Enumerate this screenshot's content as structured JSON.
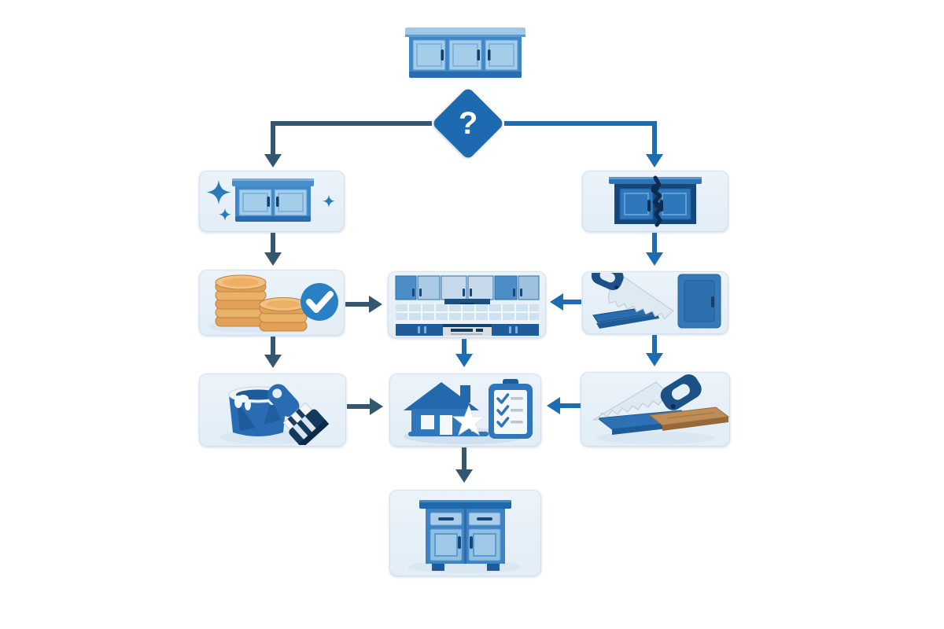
{
  "diagram": {
    "type": "flowchart",
    "background": "#ffffff",
    "decision": {
      "symbol": "?"
    },
    "colors": {
      "connector_dark": "#35566f",
      "connector_blue": "#1e6cb2",
      "diamond_fill": "#1d6ab0",
      "node_fill": "#e7f0f8",
      "cabinet_frame_blue": "#3f87c7",
      "cabinet_door_light": "#a4cde9",
      "cabinet_dark_navy": "#14487c",
      "coin_gold": "#eeb066",
      "check_badge_blue": "#2980c4",
      "paint_blue": "#2a6cb3",
      "wood_brown": "#bd8c57",
      "shadow_light_blue": "#d9e7f3"
    },
    "nodes": [
      {
        "id": "start",
        "icon": "wall-cabinet-icon"
      },
      {
        "id": "decision",
        "icon": "question-diamond-icon"
      },
      {
        "id": "branch-left",
        "icon": "sparkling-cabinet-icon"
      },
      {
        "id": "branch-right",
        "icon": "cracked-cabinet-icon"
      },
      {
        "id": "left-step-1",
        "icon": "coins-checkmark-icon"
      },
      {
        "id": "center-merge",
        "icon": "kitchen-scene-icon"
      },
      {
        "id": "right-step-1",
        "icon": "saw-cabinet-door-icon"
      },
      {
        "id": "left-step-2",
        "icon": "paint-can-brush-icon"
      },
      {
        "id": "center-step",
        "icon": "house-star-checklist-icon"
      },
      {
        "id": "right-step-2",
        "icon": "saw-wood-plank-icon"
      },
      {
        "id": "end",
        "icon": "base-cabinet-icon"
      }
    ],
    "edges": [
      {
        "from": "decision",
        "to": "branch-left",
        "color": "dark"
      },
      {
        "from": "decision",
        "to": "branch-right",
        "color": "blue"
      },
      {
        "from": "branch-left",
        "to": "left-step-1",
        "color": "dark"
      },
      {
        "from": "left-step-1",
        "to": "center-merge",
        "color": "dark"
      },
      {
        "from": "left-step-1",
        "to": "left-step-2",
        "color": "dark"
      },
      {
        "from": "left-step-2",
        "to": "center-step",
        "color": "dark"
      },
      {
        "from": "branch-right",
        "to": "right-step-1",
        "color": "blue"
      },
      {
        "from": "right-step-1",
        "to": "center-merge",
        "color": "blue"
      },
      {
        "from": "right-step-1",
        "to": "right-step-2",
        "color": "blue"
      },
      {
        "from": "right-step-2",
        "to": "center-step",
        "color": "blue"
      },
      {
        "from": "center-merge",
        "to": "center-step",
        "color": "blue"
      },
      {
        "from": "center-step",
        "to": "end",
        "color": "dark"
      }
    ]
  }
}
